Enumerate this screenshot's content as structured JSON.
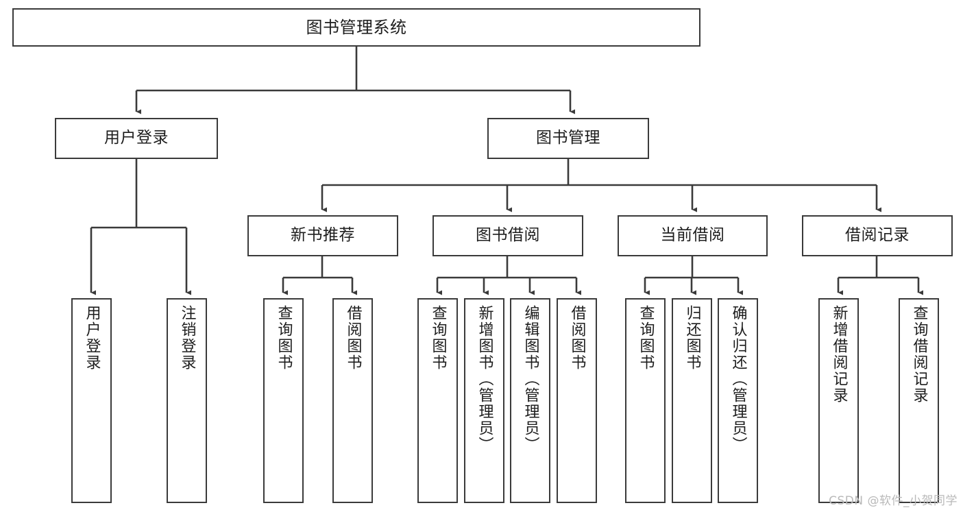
{
  "diagram": {
    "title": "图书管理系统",
    "type": "hierarchy-tree",
    "root": {
      "label": "图书管理系统"
    },
    "level1": [
      {
        "label": "用户登录"
      },
      {
        "label": "图书管理"
      }
    ],
    "level2": [
      {
        "label": "新书推荐"
      },
      {
        "label": "图书借阅"
      },
      {
        "label": "当前借阅"
      },
      {
        "label": "借阅记录"
      }
    ],
    "leaves": {
      "user_login": [
        {
          "label": "用户登录"
        },
        {
          "label": "注销登录"
        }
      ],
      "new_book": [
        {
          "label": "查询图书"
        },
        {
          "label": "借阅图书"
        }
      ],
      "book_borrow": [
        {
          "label": "查询图书"
        },
        {
          "label": "新增图书（管理员）"
        },
        {
          "label": "编辑图书（管理员）"
        },
        {
          "label": "借阅图书"
        }
      ],
      "current_borrow": [
        {
          "label": "查询图书"
        },
        {
          "label": "归还图书"
        },
        {
          "label": "确认归还（管理员）"
        }
      ],
      "borrow_record": [
        {
          "label": "新增借阅记录"
        },
        {
          "label": "查询借阅记录"
        }
      ]
    }
  },
  "watermark": {
    "text": "CSDN @软件_小贺同学"
  },
  "colors": {
    "stroke": "#3a3a3a",
    "background": "#ffffff",
    "text": "#1d1d1d",
    "watermark": "#b9b9b9"
  }
}
